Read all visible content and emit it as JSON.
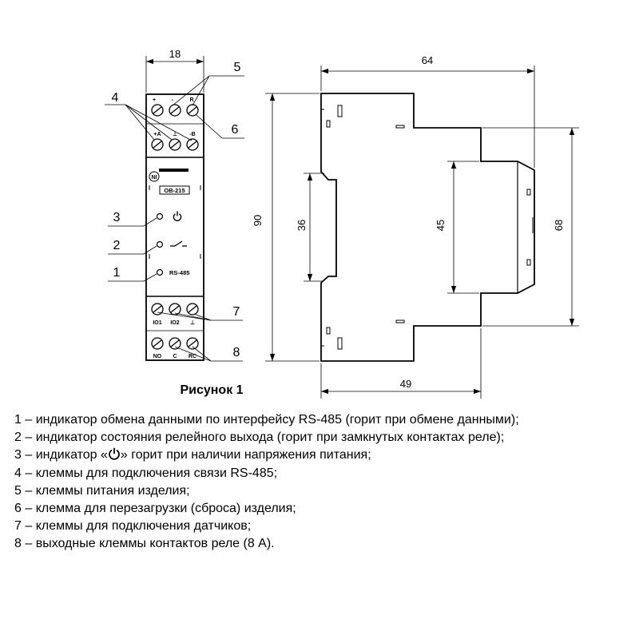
{
  "figure": {
    "caption": "Рисунок 1",
    "dimensions": {
      "front_width": "18",
      "side_width": "64",
      "height_total": "90",
      "height_rail": "36",
      "height_window": "45",
      "height_body": "68",
      "depth_bottom": "49"
    },
    "callouts": [
      "1",
      "2",
      "3",
      "4",
      "5",
      "6",
      "7",
      "8"
    ],
    "device": {
      "model": "ОВ-215",
      "logo": "NI",
      "led_label_rs485": "RS-485",
      "top_terminals_upper": [
        "+",
        "-",
        "R"
      ],
      "top_terminals_lower": [
        "+A",
        "⊥",
        "-B"
      ],
      "bottom_terminals_upper": [
        "IO1",
        "IO2",
        "⊥"
      ],
      "bottom_terminals_lower": [
        "NO",
        "C",
        "RC"
      ]
    }
  },
  "legend": [
    "1 – индикатор обмена данными по интерфейсу RS-485 (горит при обмене данными);",
    "2 – индикатор состояния релейного выхода (горит при замкнутых контактах реле);",
    "4 – клеммы для подключения связи RS-485;",
    "5 – клеммы питания изделия;",
    "6 – клемма для перезагрузки (сброса) изделия;",
    "7 – клеммы для подключения датчиков;",
    "8 – выходные клеммы контактов реле (8 А)."
  ],
  "legend_item3": {
    "prefix": "3 – индикатор «",
    "suffix": "» горит при наличии напряжения питания;"
  }
}
